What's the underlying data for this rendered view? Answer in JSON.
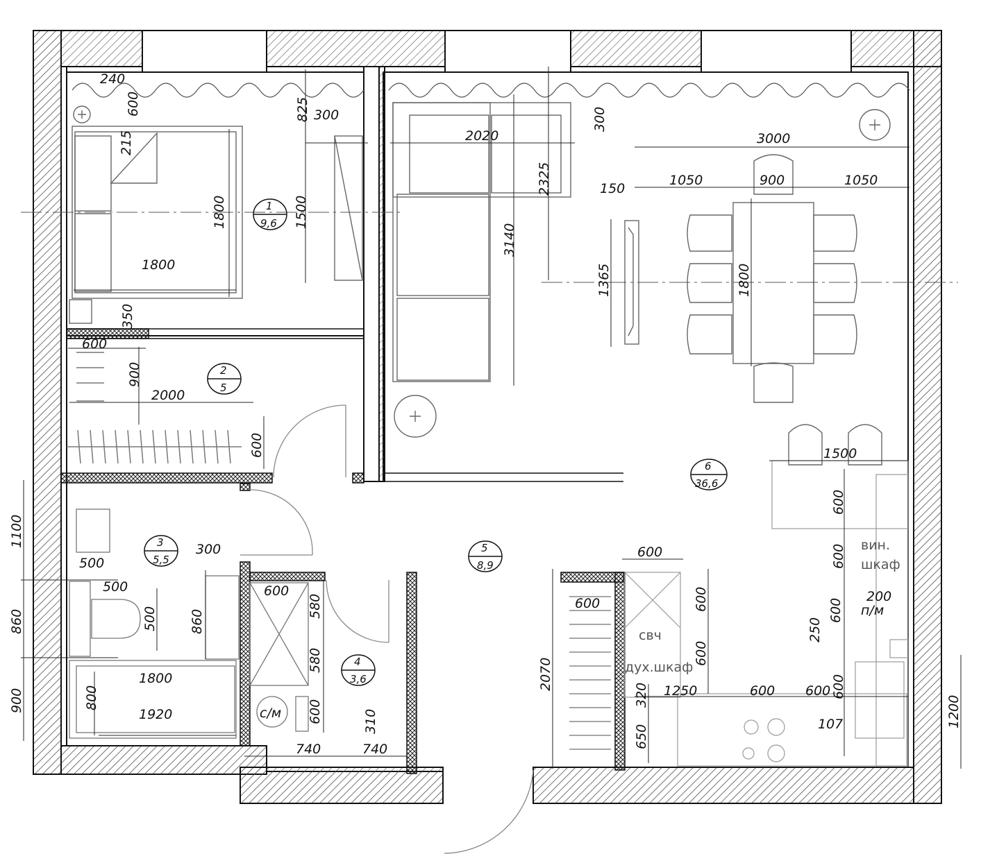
{
  "rooms": [
    {
      "num": "1",
      "area": "9,6"
    },
    {
      "num": "2",
      "area": "5"
    },
    {
      "num": "3",
      "area": "5,5"
    },
    {
      "num": "4",
      "area": "3,6"
    },
    {
      "num": "5",
      "area": "8,9"
    },
    {
      "num": "6",
      "area": "36,6"
    }
  ],
  "dims": {
    "d240": "240",
    "d600a": "600",
    "d825": "825",
    "d300a": "300",
    "d215": "215",
    "d1800v": "1800",
    "d1500": "1500",
    "d1800h": "1800",
    "d350": "350",
    "d2020": "2020",
    "d2325": "2325",
    "d3140": "3140",
    "d300b": "300",
    "d3000": "3000",
    "d150": "150",
    "d1050a": "1050",
    "d900": "900",
    "d1050b": "1050",
    "d1365": "1365",
    "d1800t": "1800",
    "d1500k": "1500",
    "d600b": "600",
    "d900b": "900",
    "d2000": "2000",
    "d600c": "600",
    "d1100": "1100",
    "d500a": "500",
    "d500b": "500",
    "d500c": "500",
    "d300c": "300",
    "d860a": "860",
    "d860b": "860",
    "d900c": "900",
    "d800": "800",
    "d1800b": "1800",
    "d1920": "1920",
    "d600d": "600",
    "d580a": "580",
    "d580b": "580",
    "d600e": "600",
    "d310": "310",
    "d740a": "740",
    "d740b": "740",
    "d600f": "600",
    "d600g": "600",
    "d600h": "600",
    "d2070": "2070",
    "d600i": "600",
    "d600j": "600",
    "d600k": "600",
    "d250": "250",
    "d600l": "600",
    "d200": "200",
    "d600m": "600",
    "d320": "320",
    "d1250": "1250",
    "d600n": "600",
    "d600o": "600",
    "d650": "650",
    "d107": "107",
    "d1200": "1200"
  },
  "labels": {
    "wine1": "вин.",
    "wine2": "шкаф",
    "dw1": "200",
    "dw2": "п/м",
    "mw": "свч",
    "oven": "дух.шкаф",
    "wm": "с/м"
  },
  "colors": {
    "wall": "#111111",
    "line": "#777777",
    "hatch": "#555555"
  }
}
